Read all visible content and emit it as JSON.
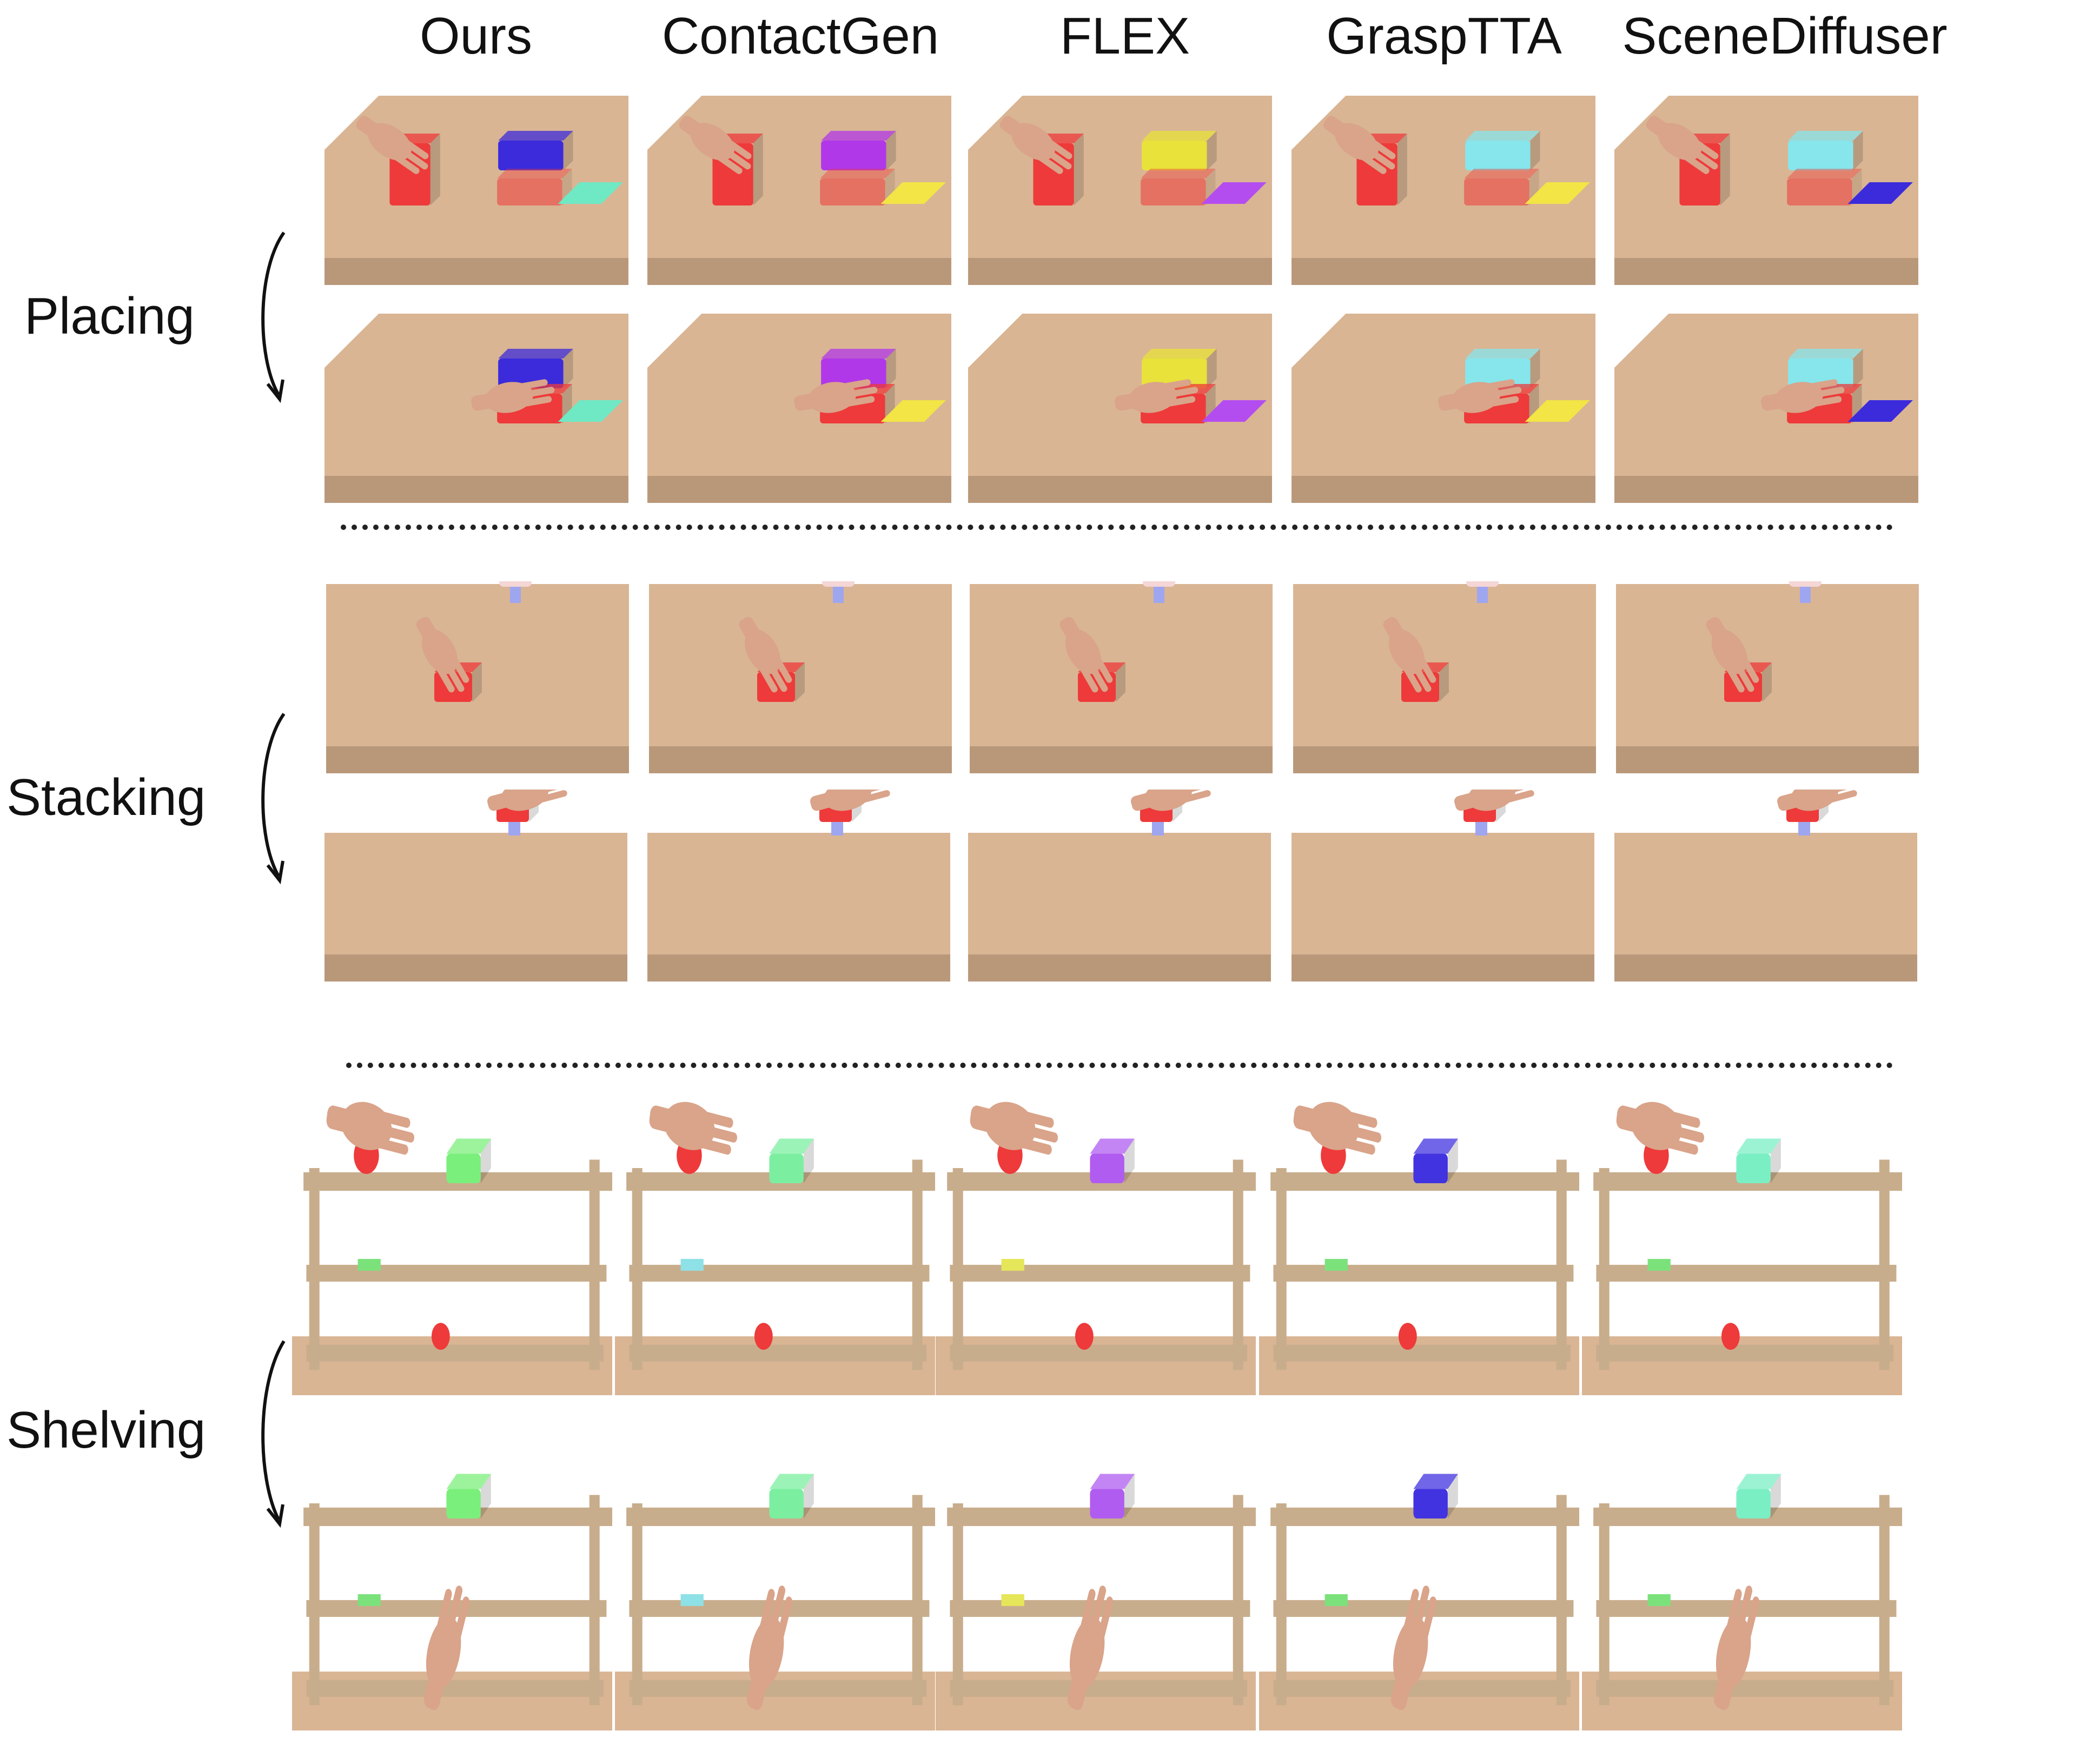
{
  "methods": [
    "Ours",
    "ContactGen",
    "FLEX",
    "GraspTTA",
    "SceneDiffuser"
  ],
  "tasks": [
    "Placing",
    "Stacking",
    "Shelving"
  ],
  "colors": {
    "table_top": "#d9b594",
    "table_edge": "#b9987a",
    "object_red": "#ee3a3a",
    "hand_skin": "#d9a48a",
    "shelf_wood": "#c8ad8c",
    "stack_target": "#9fa6f0",
    "ghost_pink": "#f5d6d6"
  },
  "placing": {
    "top_box_colors": [
      "#3b2bdb",
      "#b038e8",
      "#e8e23a",
      "#86e6ec",
      "#86e6ec"
    ],
    "mat_colors": [
      "#6fe8c4",
      "#f2e545",
      "#b44df0",
      "#f2e545",
      "#3b2bdb"
    ]
  },
  "shelving": {
    "top_object_colors": [
      "#7bef7b",
      "#7bef9f",
      "#b05cf0",
      "#4233e0",
      "#7befc4"
    ],
    "mid_mat_colors": [
      "#7be27b",
      "#8ee1e6",
      "#e6e65a",
      "#7be27b",
      "#7be27b"
    ]
  }
}
